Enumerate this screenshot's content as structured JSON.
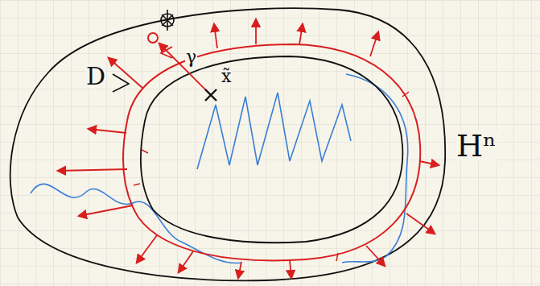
{
  "diagram": {
    "labels": [
      "γ",
      "x̃",
      "D",
      "Hⁿ"
    ]
  }
}
